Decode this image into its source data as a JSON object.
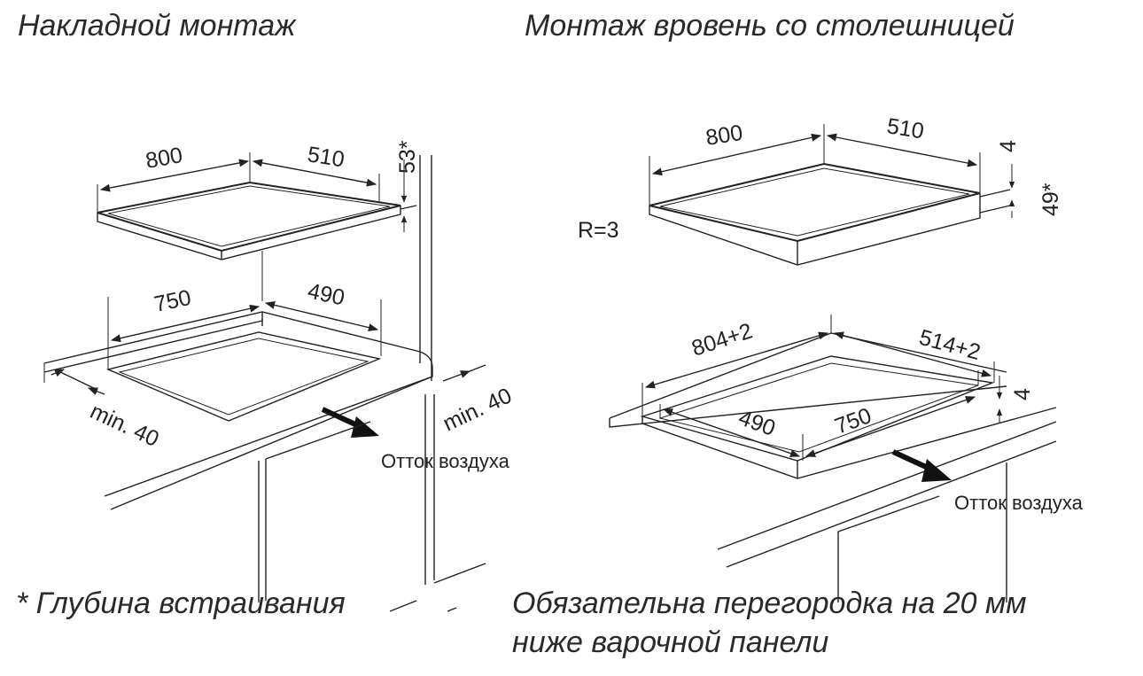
{
  "headings": {
    "surface_mount": "Накладной монтаж",
    "flush_mount": "Монтаж вровень со столешницей"
  },
  "notes": {
    "depth_note": "* Глубина встраивания",
    "partition_line1": "Обязательна перегородка на 20 мм",
    "partition_line2": "ниже варочной панели"
  },
  "surface_mount": {
    "hob_width": "800",
    "hob_depth": "510",
    "install_depth": "53*",
    "cutout_width": "750",
    "cutout_depth": "490",
    "min_front": "min. 40",
    "min_back": "min. 40",
    "airflow": "Отток воздуха"
  },
  "flush_mount": {
    "hob_width": "800",
    "hob_depth": "510",
    "top_step": "4",
    "install_depth": "49*",
    "radius": "R=3",
    "outer_cutout_width": "804+2",
    "outer_cutout_depth": "514+2",
    "rebate_depth": "4",
    "inner_cutout_depth": "490",
    "inner_cutout_width": "750",
    "airflow": "Отток воздуха"
  },
  "colors": {
    "line": "#222222",
    "background": "#ffffff"
  }
}
